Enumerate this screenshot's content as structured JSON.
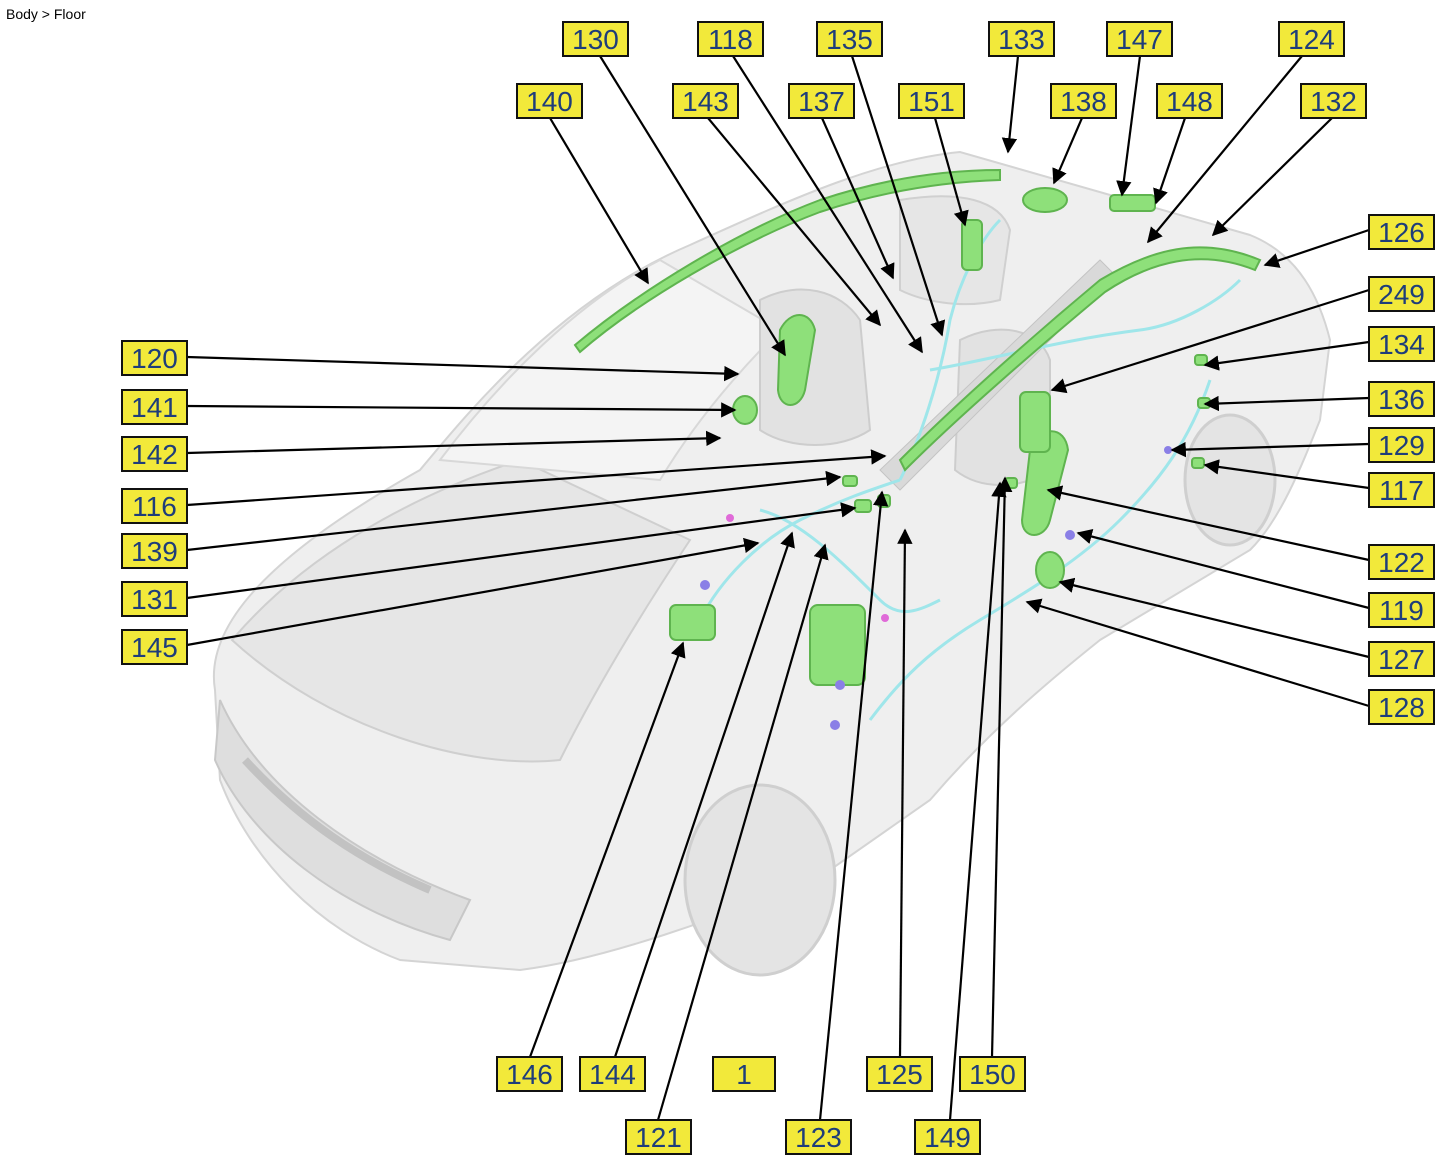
{
  "breadcrumb": "Body > Floor",
  "colors": {
    "callout_fill": "#f2e93a",
    "callout_text": "#1e3d7a",
    "component_green": "#8ee07a",
    "harness_cyan": "#9fe6ea",
    "connector_purple": "#8a7fe6",
    "body_shell": "#ececec"
  },
  "callouts": [
    "130",
    "118",
    "135",
    "133",
    "147",
    "124",
    "140",
    "143",
    "137",
    "151",
    "138",
    "148",
    "132",
    "126",
    "249",
    "134",
    "136",
    "129",
    "117",
    "120",
    "141",
    "142",
    "116",
    "139",
    "131",
    "145",
    "122",
    "119",
    "127",
    "128",
    "146",
    "144",
    "1",
    "125",
    "150",
    "121",
    "123",
    "149"
  ]
}
